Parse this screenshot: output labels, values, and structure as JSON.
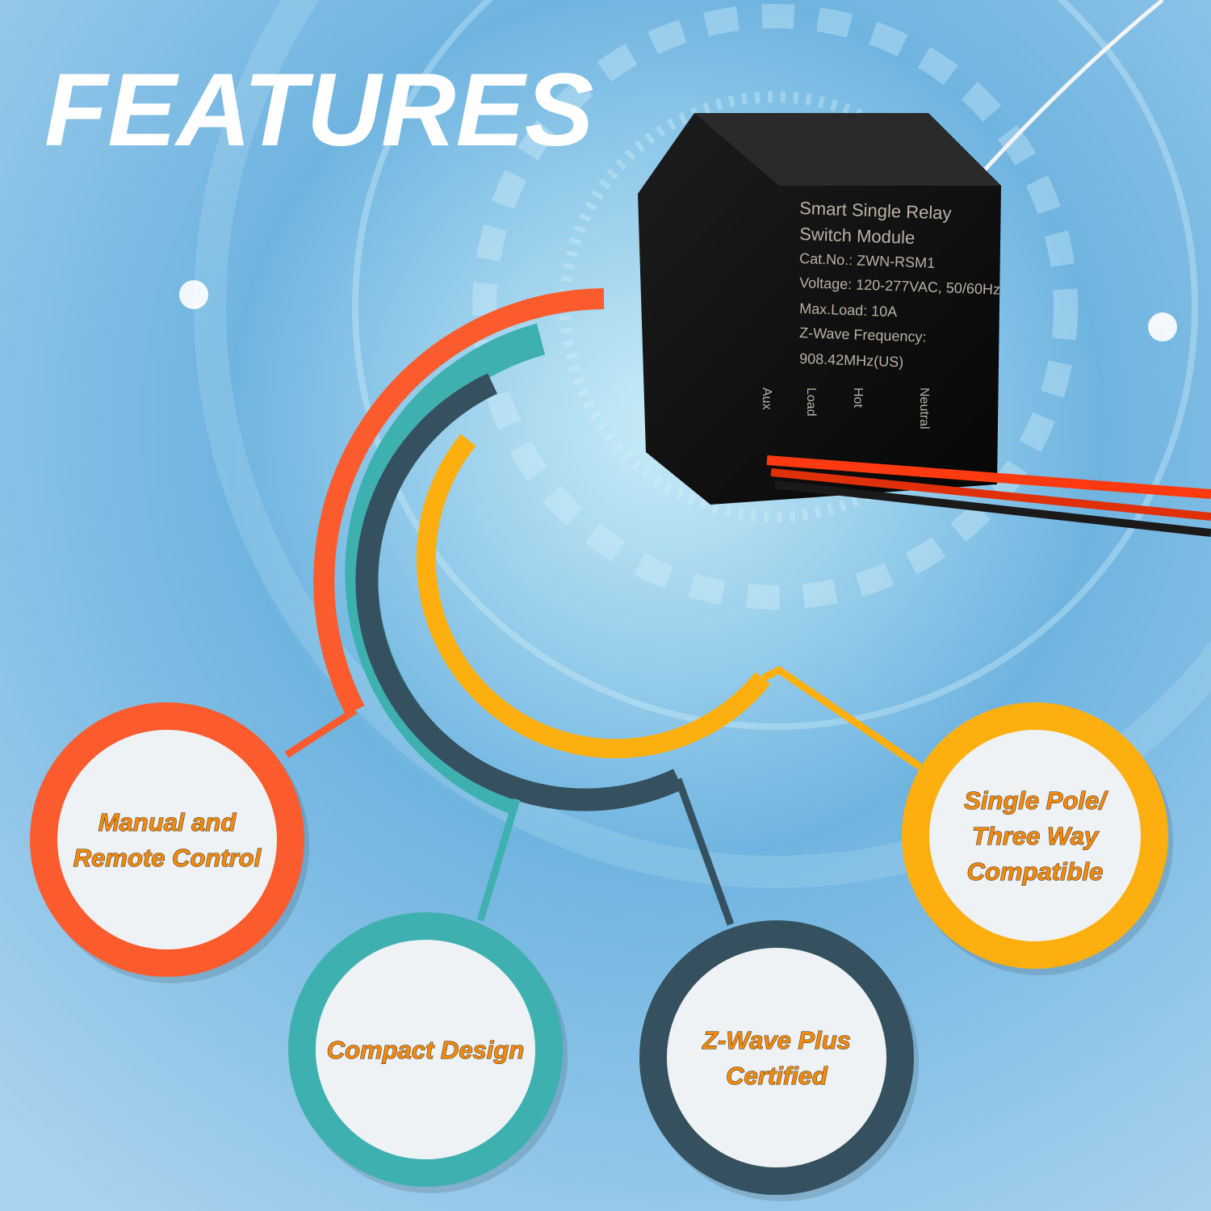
{
  "title": "FEATURES",
  "colors": {
    "orange": "#fb5b2d",
    "teal": "#3fb0b0",
    "slate": "#35505e",
    "yellow": "#fdaf10",
    "background": "#8fc3e6"
  },
  "product_label": {
    "lines": [
      "Smart Single Relay",
      "Switch Module",
      "Cat.No.: ZWN-RSM1",
      "Voltage: 120-277VAC, 50/60Hz",
      "Max.Load: 10A",
      "Z-Wave Frequency:",
      "908.42MHz(US)"
    ],
    "terminals": [
      "Aux",
      "Load",
      "Hot",
      "Neutral"
    ]
  },
  "features": [
    {
      "lines": [
        "Manual and",
        "Remote Control"
      ],
      "color": "orange"
    },
    {
      "lines": [
        "Compact Design"
      ],
      "color": "teal"
    },
    {
      "lines": [
        "Z-Wave Plus",
        "Certified"
      ],
      "color": "slate"
    },
    {
      "lines": [
        "Single Pole/",
        "Three Way",
        "Compatible"
      ],
      "color": "yellow"
    }
  ]
}
